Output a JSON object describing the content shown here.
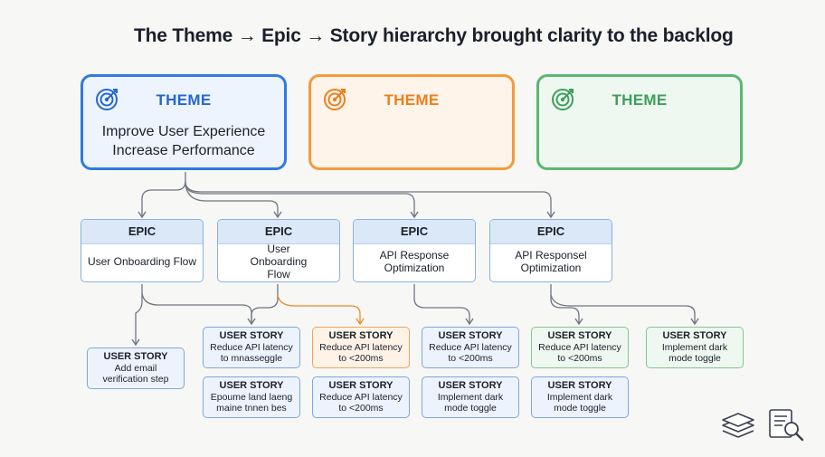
{
  "title": "The Theme → Epic → Story hierarchy brought clarity to the backlog",
  "themes": [
    {
      "header": "THEME",
      "lines": [
        "Improve User Experience",
        "Increase Performance"
      ],
      "color": "#2f7be0"
    },
    {
      "header": "THEME",
      "lines": [],
      "color": "#f49a3d"
    },
    {
      "header": "THEME",
      "lines": [],
      "color": "#57b96e"
    }
  ],
  "epics": [
    {
      "header": "EPIC",
      "text": "User Onboarding Flow"
    },
    {
      "header": "EPIC",
      "text": "User Onboarding Flow"
    },
    {
      "header": "EPIC",
      "text": "API Response Optimization"
    },
    {
      "header": "EPIC",
      "text": "API Responsel Optimization"
    }
  ],
  "stories": [
    {
      "header": "USER STORY",
      "text": "Add email verification step",
      "color": "blue"
    },
    {
      "header": "USER STORY",
      "text": "Reduce API latency to mnasseggle",
      "color": "blue"
    },
    {
      "header": "USER STORY",
      "text": "Epoume land laeng maine tnnen bes",
      "color": "blue"
    },
    {
      "header": "USER STORY",
      "text": "Reduce API latency to <200ms",
      "color": "orange"
    },
    {
      "header": "USER STORY",
      "text": "Reduce API latency to <200ms",
      "color": "blue"
    },
    {
      "header": "USER STORY",
      "text": "Reduce API latency to <200ms",
      "color": "blue"
    },
    {
      "header": "USER STORY",
      "text": "Implement dark mode toggle",
      "color": "blue"
    },
    {
      "header": "USER STORY",
      "text": "Reduce API latency to <200ms",
      "color": "green"
    },
    {
      "header": "USER STORY",
      "text": "Implement dark mode toggle",
      "color": "blue"
    },
    {
      "header": "USER STORY",
      "text": "Implement dark mode toggle",
      "color": "green"
    }
  ],
  "icons": {
    "theme": "target-icon",
    "tool_1": "layers-icon",
    "tool_2": "document-search-icon"
  }
}
